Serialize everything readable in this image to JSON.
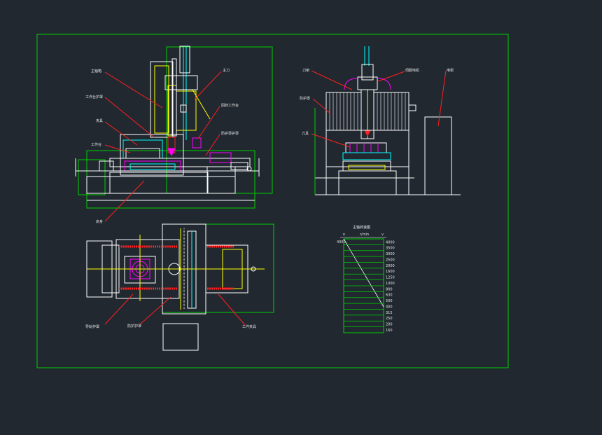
{
  "colors": {
    "background": "#212830",
    "frame": "#00d000",
    "white": "#ffffff",
    "yellow": "#ffff00",
    "red": "#ff2020",
    "cyan": "#00ffff",
    "magenta": "#ff00ff",
    "leader": "#ff2020",
    "text": "#e8e8e8"
  },
  "views": {
    "front": {
      "labels": [
        "主轴箱",
        "工作台护罩",
        "夹具",
        "工作台",
        "床身",
        "主刀",
        "回转工作台",
        "防护罩护罩"
      ]
    },
    "side": {
      "labels": [
        "刀架",
        "防护罩",
        "刀具",
        "伺服电机",
        "电柜"
      ]
    },
    "top": {
      "labels": [
        "导轨护罩",
        "防护护罩",
        "工件夹具"
      ]
    },
    "speed_table": {
      "title": "主轴转速图",
      "header": [
        "n",
        "r/min",
        "v"
      ],
      "left_value": "4000",
      "rows": [
        "4000",
        "3500",
        "3000",
        "2500",
        "2000",
        "1600",
        "1250",
        "1000",
        "800",
        "630",
        "500",
        "400",
        "315",
        "250",
        "200",
        "160"
      ]
    }
  }
}
